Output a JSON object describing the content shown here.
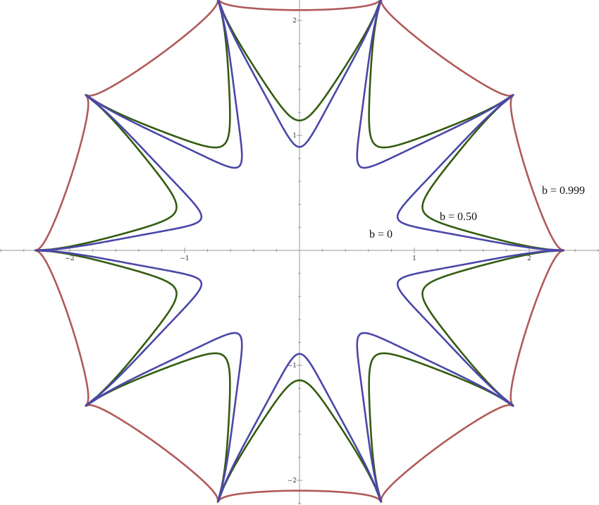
{
  "chart_data": {
    "type": "line",
    "title": "",
    "xlabel": "",
    "ylabel": "",
    "xlim": [
      -2.61,
      2.61
    ],
    "ylim": [
      -2.2,
      2.2
    ],
    "grid": false,
    "x_ticks": [
      {
        "value": -2,
        "label": "−2"
      },
      {
        "value": -1,
        "label": "−1"
      },
      {
        "value": 1,
        "label": "1"
      },
      {
        "value": 2,
        "label": "2"
      }
    ],
    "y_ticks": [
      {
        "value": -2,
        "label": "−2"
      },
      {
        "value": -1,
        "label": "−1"
      },
      {
        "value": 1,
        "label": "1"
      },
      {
        "value": 2,
        "label": "2"
      }
    ],
    "minor_tick_step": 0.2,
    "symmetry": "8-fold (one closed curve with 8 cusps)",
    "cusp_radius": 2.3,
    "series": [
      {
        "name": "b = 0.999",
        "color": "#b05a5a",
        "label": "b = 0.999",
        "inner_radius_on_axis": 2.09
      },
      {
        "name": "b = 0.50",
        "color": "#335c10",
        "label": "b = 0.50",
        "inner_radius_on_axis": 1.13
      },
      {
        "name": "b = 0",
        "color": "#4a47a8",
        "label": "b = 0",
        "inner_radius_on_axis": 0.9
      }
    ]
  }
}
